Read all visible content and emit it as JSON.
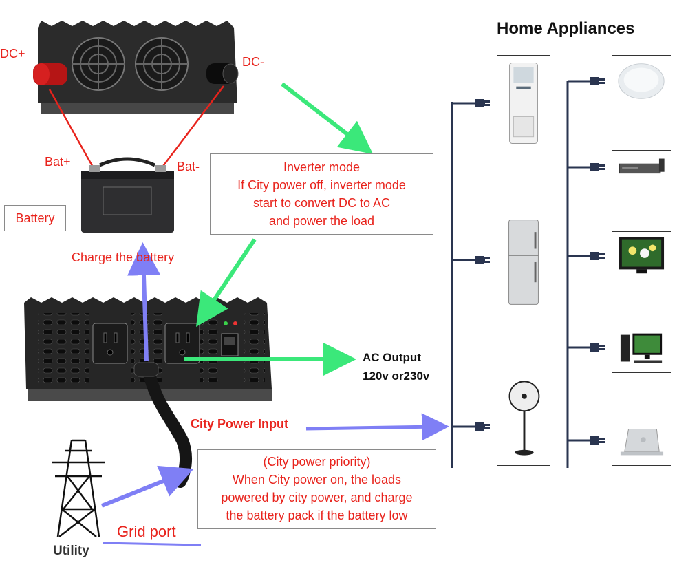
{
  "title": "Home Appliances",
  "labels": {
    "dc_plus": "DC+",
    "dc_minus": "DC-",
    "bat_plus": "Bat+",
    "bat_minus": "Bat-",
    "battery": "Battery",
    "charge_battery": "Charge the battery",
    "ac_output_line1": "AC Output",
    "ac_output_line2": "120v or230v",
    "city_power_input": "City Power Input",
    "grid_port": "Grid port",
    "utility": "Utility"
  },
  "inverter_mode_box": [
    "Inverter mode",
    "If City power off, inverter mode",
    "start to convert DC to AC",
    "and power the load"
  ],
  "city_priority_box": [
    "(City power priority)",
    "When City power on, the loads",
    "powered by city power, and charge",
    "the battery pack if the battery low"
  ],
  "appliances": {
    "left": [
      "air-conditioner",
      "refrigerator",
      "standing-fan"
    ],
    "right": [
      "ceiling-light",
      "dvd-player",
      "television",
      "desktop-computer",
      "laptop"
    ]
  },
  "colors": {
    "label_red": "#e8231c",
    "green_arrow": "#3be87a",
    "blue_arrow": "#7f7ff5",
    "bus_line": "#2a3550",
    "battery_wire": "#e8231c"
  }
}
